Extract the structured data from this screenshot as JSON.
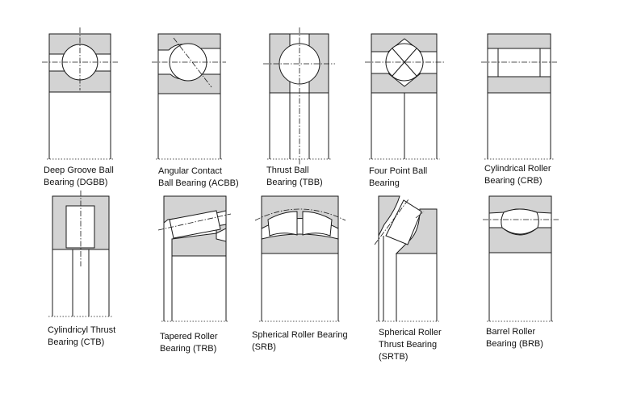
{
  "colors": {
    "fill": "#d3d3d3",
    "stroke": "#1a1a1a",
    "background": "#ffffff"
  },
  "bearings": [
    {
      "id": "dgbb",
      "lines": [
        "Deep Groove Ball",
        "Bearing (DGBB)"
      ]
    },
    {
      "id": "acbb",
      "lines": [
        "Angular Contact",
        "Ball Bearing (ACBB)"
      ]
    },
    {
      "id": "tbb",
      "lines": [
        "Thrust Ball",
        "Bearing (TBB)"
      ]
    },
    {
      "id": "fpbb",
      "lines": [
        "Four Point Ball",
        "Bearing"
      ]
    },
    {
      "id": "crb",
      "lines": [
        "Cylindrical Roller",
        "Bearing (CRB)"
      ]
    },
    {
      "id": "ctb",
      "lines": [
        "Cylindricyl Thrust",
        "Bearing (CTB)"
      ]
    },
    {
      "id": "trb",
      "lines": [
        "Tapered Roller",
        "Bearing (TRB)"
      ]
    },
    {
      "id": "srb",
      "lines": [
        "Spherical Roller Bearing",
        "(SRB)"
      ]
    },
    {
      "id": "srtb",
      "lines": [
        "Spherical Roller",
        "Thrust Bearing",
        "(SRTB)"
      ]
    },
    {
      "id": "brb",
      "lines": [
        "Barrel Roller",
        "Bearing (BRB)"
      ]
    }
  ]
}
